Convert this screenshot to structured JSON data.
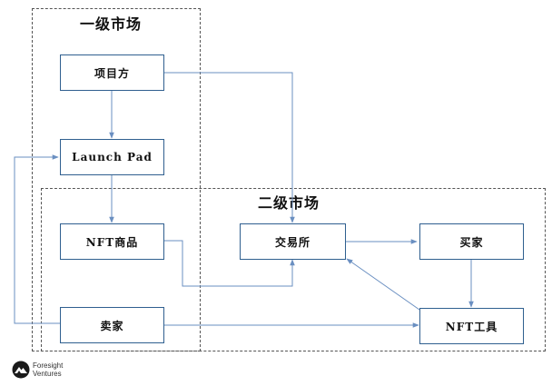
{
  "regions": {
    "primary": {
      "label": "一级市场"
    },
    "secondary": {
      "label": "二级市场"
    }
  },
  "nodes": {
    "project": {
      "label": "项目方"
    },
    "launchpad": {
      "label": "Launch Pad"
    },
    "nft_goods": {
      "label": "NFT商品"
    },
    "seller": {
      "label": "卖家"
    },
    "exchange": {
      "label": "交易所"
    },
    "buyer": {
      "label": "买家"
    },
    "nft_tools": {
      "label": "NFT工具"
    }
  },
  "logo": {
    "line1": "Foresight",
    "line2": "Ventures"
  },
  "colors": {
    "node_border": "#2f5f8f",
    "edge": "#6a8fc1",
    "region_border": "#555555"
  }
}
